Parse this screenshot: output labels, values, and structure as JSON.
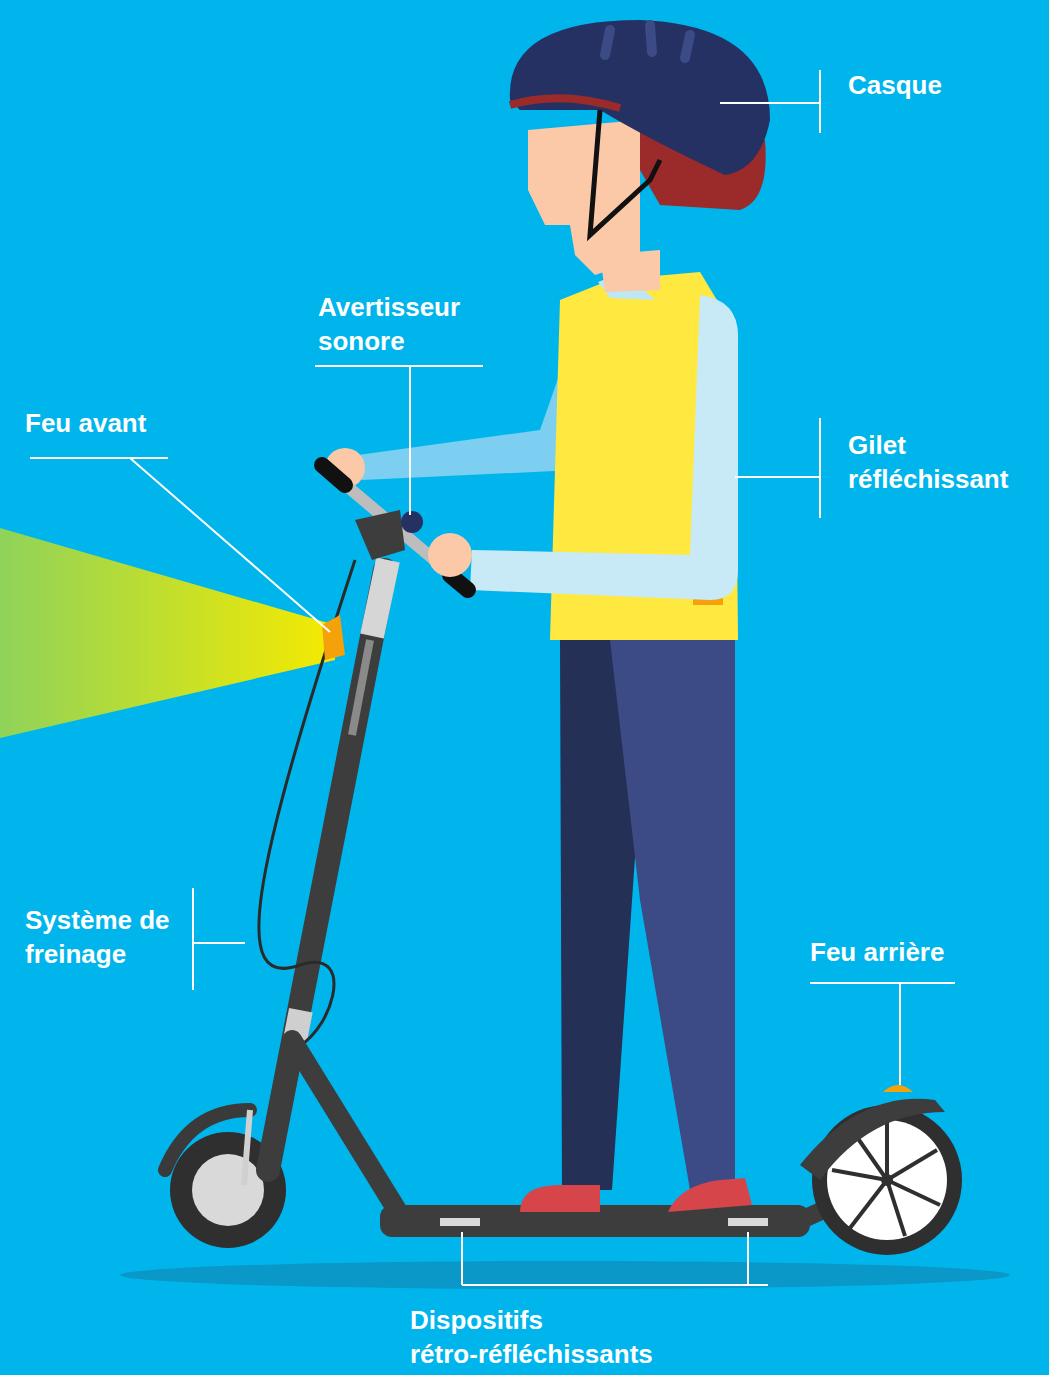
{
  "diagram": {
    "labels": [
      "Casque",
      "Avertisseur sonore",
      "Feu avant",
      "Gilet réfléchissant",
      "Système de freinage",
      "Feu arrière",
      "Dispositifs rétro-réfléchissants"
    ]
  }
}
